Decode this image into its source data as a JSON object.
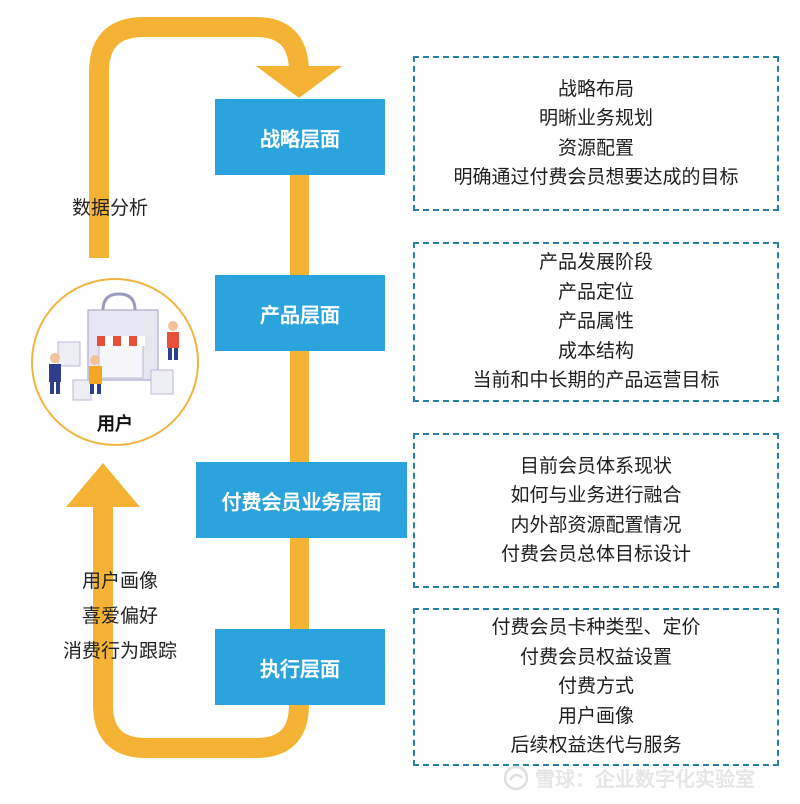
{
  "layers": [
    {
      "label": "战略层面"
    },
    {
      "label": "产品层面"
    },
    {
      "label": "付费会员业务层面"
    },
    {
      "label": "执行层面"
    }
  ],
  "details": [
    {
      "lines": [
        "战略布局",
        "明晰业务规划",
        "资源配置",
        "明确通过付费会员想要达成的目标"
      ]
    },
    {
      "lines": [
        "产品发展阶段",
        "产品定位",
        "产品属性",
        "成本结构",
        "当前和中长期的产品运营目标"
      ]
    },
    {
      "lines": [
        "目前会员体系现状",
        "如何与业务进行融合",
        "内外部资源配置情况",
        "付费会员总体目标设计"
      ]
    },
    {
      "lines": [
        "付费会员卡种类型、定价",
        "付费会员权益设置",
        "付费方式",
        "用户画像",
        "后续权益迭代与服务"
      ]
    }
  ],
  "analysis_label": "数据分析",
  "user": {
    "label": "用户"
  },
  "user_traits": [
    "用户画像",
    "喜爱偏好",
    "消费行为跟踪"
  ],
  "watermark": {
    "text": "雪球：企业数字化实验室"
  },
  "colors": {
    "arrow": "#F5B335",
    "layer_box": "#2BA3DD",
    "dashed_border": "#2A7FA6"
  }
}
